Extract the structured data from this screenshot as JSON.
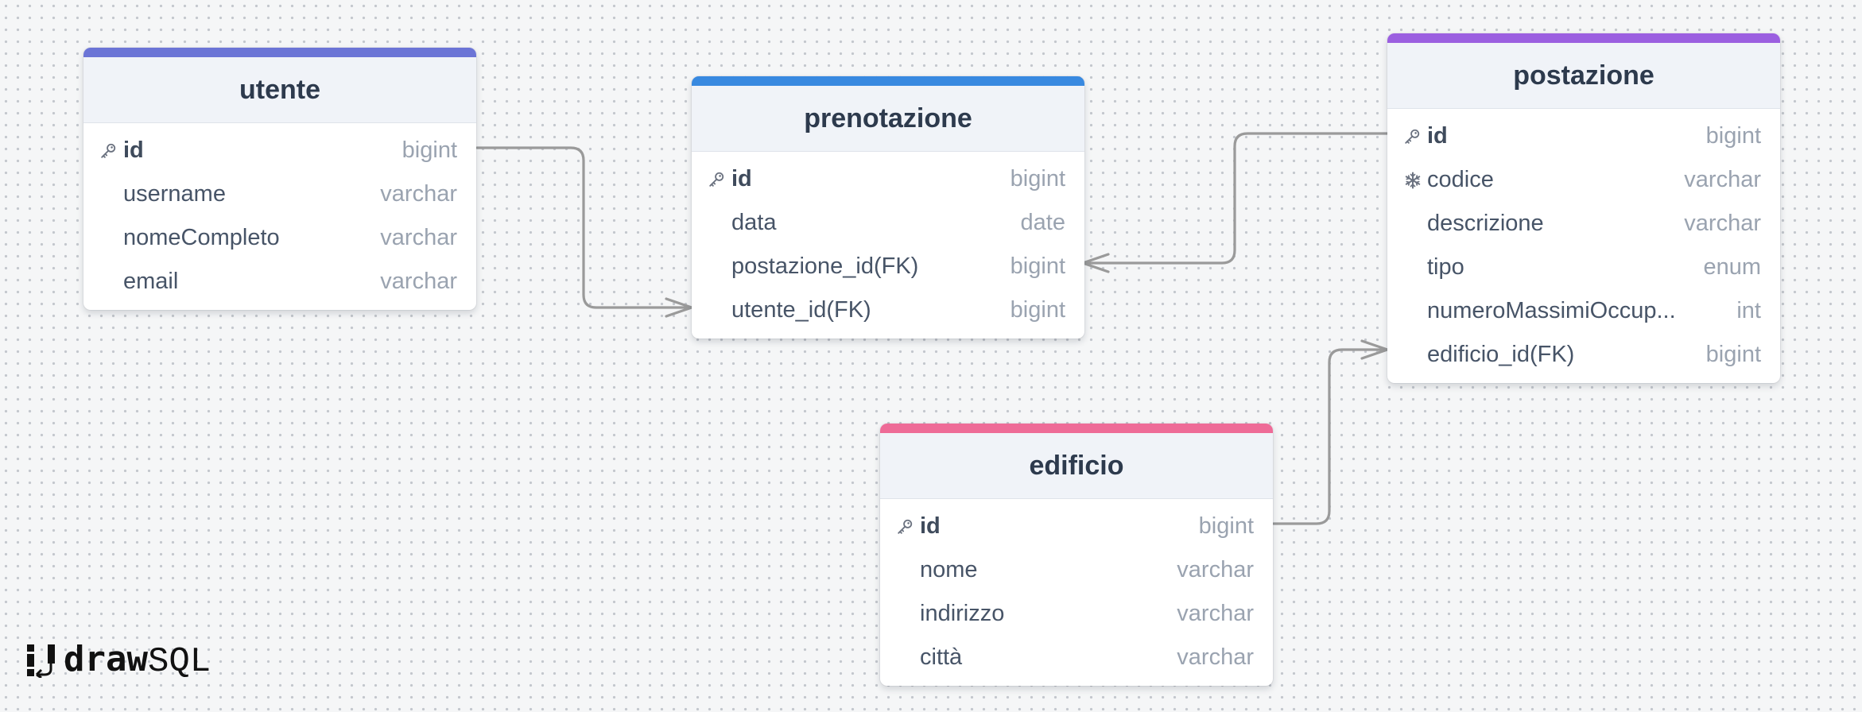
{
  "colors": {
    "canvas": "#f5f6f7",
    "relation_line": "#9a9a9a",
    "utente_accent": "#6b74d6",
    "prenotazione_accent": "#3889e0",
    "postazione_accent": "#9b5fe0",
    "edificio_accent": "#ee6b97"
  },
  "tables": {
    "utente": {
      "title": "utente",
      "accent": "#6b74d6",
      "columns": [
        {
          "name": "id",
          "type": "bigint",
          "icon": "key-icon"
        },
        {
          "name": "username",
          "type": "varchar"
        },
        {
          "name": "nomeCompleto",
          "type": "varchar"
        },
        {
          "name": "email",
          "type": "varchar"
        }
      ]
    },
    "prenotazione": {
      "title": "prenotazione",
      "accent": "#3889e0",
      "columns": [
        {
          "name": "id",
          "type": "bigint",
          "icon": "key-icon"
        },
        {
          "name": "data",
          "type": "date"
        },
        {
          "name": "postazione_id(FK)",
          "type": "bigint"
        },
        {
          "name": "utente_id(FK)",
          "type": "bigint"
        }
      ]
    },
    "postazione": {
      "title": "postazione",
      "accent": "#9b5fe0",
      "columns": [
        {
          "name": "id",
          "type": "bigint",
          "icon": "key-icon"
        },
        {
          "name": "codice",
          "type": "varchar",
          "icon": "snowflake-icon"
        },
        {
          "name": "descrizione",
          "type": "varchar"
        },
        {
          "name": "tipo",
          "type": "enum"
        },
        {
          "name": "numeroMassimiOccup...",
          "type": "int"
        },
        {
          "name": "edificio_id(FK)",
          "type": "bigint"
        }
      ]
    },
    "edificio": {
      "title": "edificio",
      "accent": "#ee6b97",
      "columns": [
        {
          "name": "id",
          "type": "bigint",
          "icon": "key-icon"
        },
        {
          "name": "nome",
          "type": "varchar"
        },
        {
          "name": "indirizzo",
          "type": "varchar"
        },
        {
          "name": "città",
          "type": "varchar"
        }
      ]
    }
  },
  "relations": [
    {
      "from": "utente.id",
      "to": "prenotazione.utente_id(FK)",
      "cardinality": "one-to-many"
    },
    {
      "from": "postazione.id",
      "to": "prenotazione.postazione_id(FK)",
      "cardinality": "one-to-many"
    },
    {
      "from": "edificio.id",
      "to": "postazione.edificio_id(FK)",
      "cardinality": "one-to-many"
    }
  ],
  "brand": {
    "bold": "draw",
    "light": "SQL",
    "icon": "drawsql-logo-icon"
  }
}
